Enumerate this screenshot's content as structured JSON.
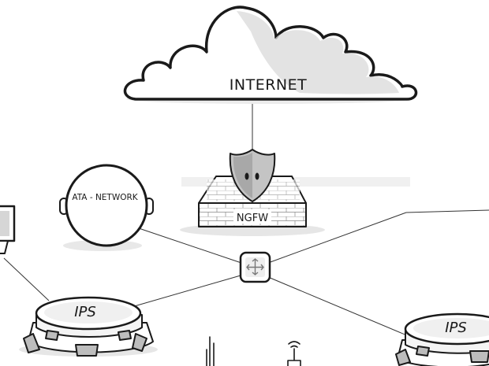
{
  "nodes": {
    "cloud": {
      "label": "INTERNET"
    },
    "firewall": {
      "label": "NGFW"
    },
    "data_network": {
      "label": "ATA - NETWORK"
    },
    "ips_left": {
      "label": "IPS"
    },
    "ips_right": {
      "label": "IPS"
    }
  },
  "colors": {
    "ink": "#1a1a1a",
    "shadow": "#e6e6e6",
    "cloud_shade": "#d9d9d9",
    "shield": "#b8b8b8"
  }
}
